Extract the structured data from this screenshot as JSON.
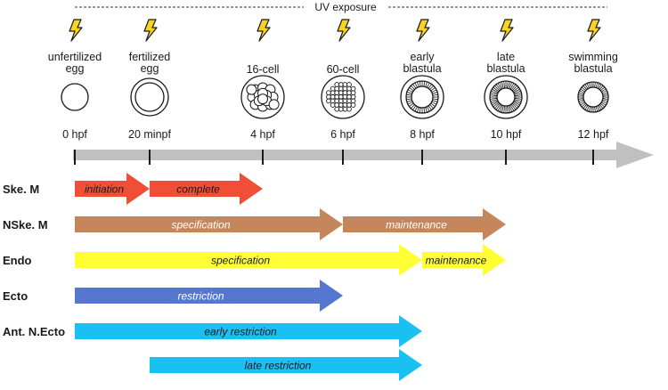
{
  "header": {
    "exposure_label": "UV exposure"
  },
  "stages": [
    {
      "key": "unfertilized",
      "label_lines": [
        "unfertilized",
        "egg"
      ],
      "time": "0 hpf",
      "has_bolt": true,
      "embryo": "egg"
    },
    {
      "key": "fertilized",
      "label_lines": [
        "fertilized",
        "egg"
      ],
      "time": "20 minpf",
      "has_bolt": true,
      "embryo": "fertilized"
    },
    {
      "key": "16cell",
      "label_lines": [
        "16-cell"
      ],
      "time": "4 hpf",
      "has_bolt": true,
      "embryo": "16-cell"
    },
    {
      "key": "60cell",
      "label_lines": [
        "60-cell"
      ],
      "time": "6 hpf",
      "has_bolt": true,
      "embryo": "60-cell"
    },
    {
      "key": "early-blastula",
      "label_lines": [
        "early",
        "blastula"
      ],
      "time": "8 hpf",
      "has_bolt": true,
      "embryo": "early-blastula"
    },
    {
      "key": "late-blastula",
      "label_lines": [
        "late",
        "blastula"
      ],
      "time": "10 hpf",
      "has_bolt": true,
      "embryo": "late-blastula"
    },
    {
      "key": "swimming-blastula",
      "label_lines": [
        "swimming",
        "blastula"
      ],
      "time": "12 hpf",
      "has_bolt": true,
      "embryo": "swimming-blastula"
    }
  ],
  "lineages": [
    {
      "label": "Ske. M",
      "phases": [
        {
          "text": "initiation",
          "start": 0,
          "end": 1,
          "color": "#f04e37",
          "text_color": "#1a1a1a"
        },
        {
          "text": "complete",
          "start": 1,
          "end": 2,
          "color": "#f04e37",
          "text_color": "#1a1a1a"
        }
      ]
    },
    {
      "label": "NSke. M",
      "phases": [
        {
          "text": "specification",
          "start": 0,
          "end": 3,
          "color": "#c4865a",
          "text_color": "#ffffff"
        },
        {
          "text": "maintenance",
          "start": 3,
          "end": 5,
          "color": "#c4865a",
          "text_color": "#ffffff"
        }
      ]
    },
    {
      "label": "Endo",
      "phases": [
        {
          "text": "specification",
          "start": 0,
          "end": 4,
          "color": "#ffff33",
          "text_color": "#1a1a1a"
        },
        {
          "text": "maintenance",
          "start": 4,
          "end": 5,
          "color": "#ffff33",
          "text_color": "#1a1a1a"
        }
      ]
    },
    {
      "label": "Ecto",
      "phases": [
        {
          "text": "restriction",
          "start": 0,
          "end": 3,
          "color": "#5577d0",
          "text_color": "#ffffff"
        }
      ]
    },
    {
      "label": "Ant. N.Ecto",
      "phases": [
        {
          "text": "early restriction",
          "start": 0,
          "end": 4,
          "color": "#19c0f2",
          "text_color": "#1a1a1a"
        }
      ]
    },
    {
      "label": "",
      "phases": [
        {
          "text": "late restriction",
          "start": 1,
          "end": 4,
          "color": "#19c0f2",
          "text_color": "#1a1a1a"
        }
      ]
    }
  ],
  "colors": {
    "timeline_arrow": "#c0c0c0",
    "bolt_fill": "#f7d420",
    "bolt_stroke": "#1a1a1a"
  }
}
